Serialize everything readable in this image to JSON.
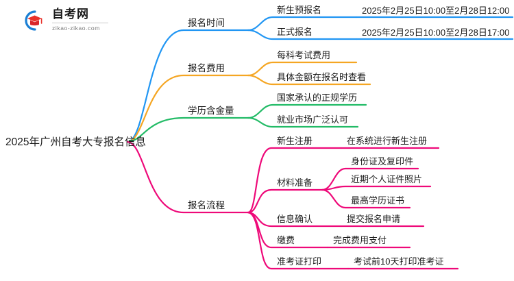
{
  "logo": {
    "brand": "自考网",
    "url": "zikao-zikao.com",
    "mark_icon": "graduation-cap-icon"
  },
  "mindmap": {
    "root": {
      "label": "2025年广州自考大专报名信息"
    },
    "colors": {
      "blue": "#2196f3",
      "orange": "#f5a623",
      "green": "#22bb66",
      "pink": "#ee0979"
    },
    "branches": [
      {
        "id": "time",
        "label": "报名时间",
        "color": "#2196f3",
        "children": [
          {
            "label": "新生预报名",
            "detail": "2025年2月25日10:00至2月28日12:00"
          },
          {
            "label": "正式报名",
            "detail": "2025年2月25日10:00至2月28日17:00"
          }
        ]
      },
      {
        "id": "fee",
        "label": "报名费用",
        "color": "#f5a623",
        "children": [
          {
            "label": "每科考试费用",
            "detail": ""
          },
          {
            "label": "具体金额在报名时查看",
            "detail": ""
          }
        ]
      },
      {
        "id": "value",
        "label": "学历含金量",
        "color": "#22bb66",
        "children": [
          {
            "label": "国家承认的正规学历",
            "detail": ""
          },
          {
            "label": "就业市场广泛认可",
            "detail": ""
          }
        ]
      },
      {
        "id": "process",
        "label": "报名流程",
        "color": "#ee0979",
        "children": [
          {
            "label": "新生注册",
            "detail": "在系统进行新生注册"
          },
          {
            "label": "材料准备",
            "detail": "",
            "grandchildren": [
              "身份证及复印件",
              "近期个人证件照片",
              "最高学历证书"
            ]
          },
          {
            "label": "信息确认",
            "detail": "提交报名申请"
          },
          {
            "label": "缴费",
            "detail": "完成费用支付"
          },
          {
            "label": "准考证打印",
            "detail": "考试前10天打印准考证"
          }
        ]
      }
    ]
  }
}
